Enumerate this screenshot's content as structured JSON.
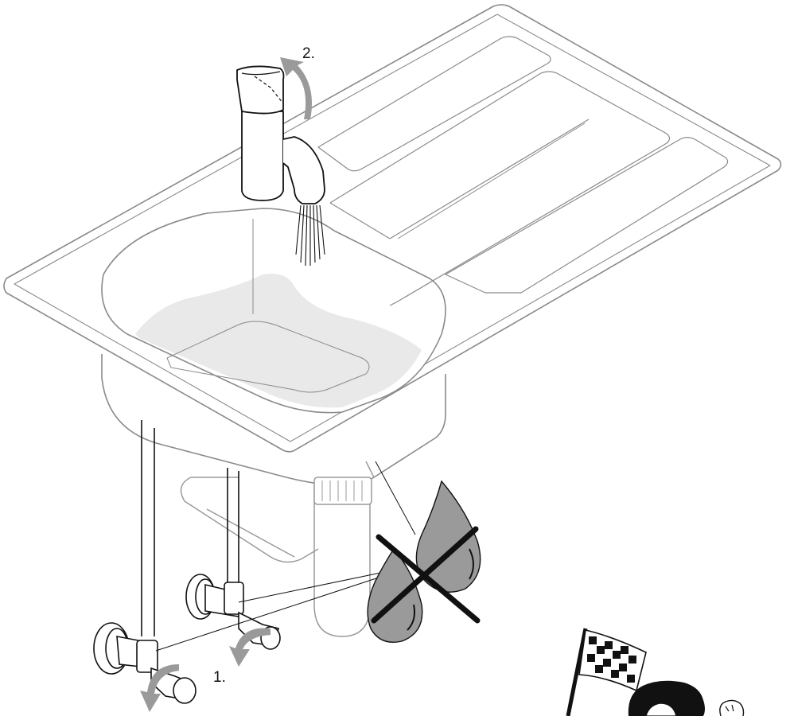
{
  "diagram": {
    "steps": [
      {
        "label": "1.",
        "meaning": "open-supply-valves"
      },
      {
        "label": "2.",
        "meaning": "open-faucet-lever"
      }
    ],
    "icons": [
      "sink-icon",
      "faucet-icon",
      "angle-valve-icon",
      "siphon-icon",
      "no-leak-icon",
      "checkered-flag-icon"
    ],
    "colors": {
      "outline": "#8a8a8a",
      "ink": "#111111",
      "water": "#e9e9e9",
      "arrow_gray": "#9a9a9a"
    }
  }
}
